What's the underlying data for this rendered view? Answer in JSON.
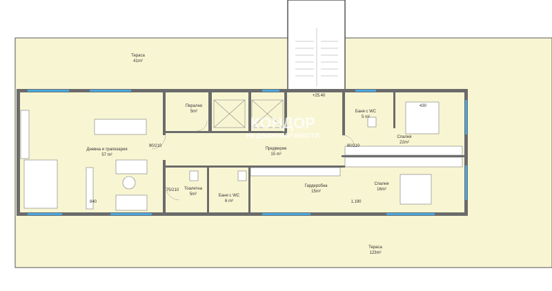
{
  "rooms": [
    {
      "name": "Тераса",
      "area": "41m²"
    },
    {
      "name": "Дневна и трапезария",
      "area": "57 m²"
    },
    {
      "name": "Перално",
      "area": "5m²"
    },
    {
      "name": "Предверие",
      "area": "15 m²"
    },
    {
      "name": "Баня с WC",
      "area": "5 m²"
    },
    {
      "name": "Спалня",
      "area": "22m²"
    },
    {
      "name": "Тоалетна",
      "area": "5m²"
    },
    {
      "name": "Баня с WC",
      "area": "6 m²"
    },
    {
      "name": "Гардеробна",
      "area": "15m²"
    },
    {
      "name": "Спалня",
      "area": "16m²"
    },
    {
      "name": "Тераса",
      "area": "123m²"
    }
  ],
  "elevation": "+25.40",
  "dimensions": [
    "1.190",
    "840",
    "90/210",
    "75/210",
    "80/210",
    "430"
  ],
  "watermark": {
    "line1": "КОНДОР",
    "line2": "НЕДВИЖИМИ ИМОТИ"
  },
  "colors": {
    "floor": "#f8f5d3",
    "wall": "#6b6b6b",
    "window": "#4aa8e0",
    "furniture": "#ffffff"
  }
}
